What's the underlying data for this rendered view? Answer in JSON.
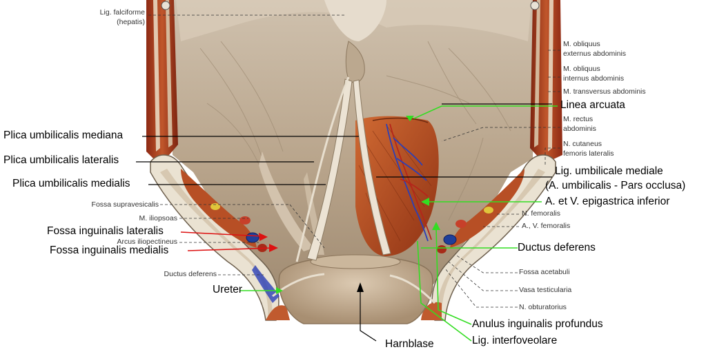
{
  "colors": {
    "leader_black": "#000000",
    "leader_green": "#33dd22",
    "leader_red": "#dd1111",
    "muscle_red": "#b8532a",
    "wall_tan": "#cdb79a",
    "vessel_blue": "#2a3fb8"
  },
  "labels": {
    "lig_falciforme": "Lig. falciforme",
    "hepatis": "(hepatis)",
    "obliquus_externus_1": "M. obliquus",
    "obliquus_externus_2": "externus abdominis",
    "obliquus_internus_1": "M. obliquus",
    "obliquus_internus_2": "internus abdominis",
    "transversus": "M. transversus abdominis",
    "linea_arcuata": "Linea arcuata",
    "rectus_1": "M. rectus",
    "rectus_2": "abdominis",
    "cutaneus_1": "N. cutaneus",
    "cutaneus_2": "femoris lateralis",
    "lig_umbilicale_mediale": "Lig. umbilicale mediale",
    "a_umbilicalis": "(A. umbilicalis - Pars occlusa)",
    "epigastrica": "A. et V. epigastrica inferior",
    "n_femoralis": "N. femoralis",
    "av_femoralis": "A., V. femoralis",
    "ductus_deferens_right": "Ductus deferens",
    "fossa_acetabuli": "Fossa acetabuli",
    "vasa_testicularia": "Vasa testicularia",
    "n_obturatorius": "N. obturatorius",
    "anulus_inguinalis": "Anulus inguinalis profundus",
    "lig_interfoveolare": "Lig. interfoveolare",
    "harnblase": "Harnblase",
    "plica_mediana": "Plica umbilicalis mediana",
    "plica_lateralis": "Plica umbilicalis lateralis",
    "plica_medialis": "Plica umbilicalis medialis",
    "fossa_supravesicalis": "Fossa supravesicalis",
    "m_iliopsoas": "M. iliopsoas",
    "fossa_ing_lateralis": "Fossa inguinalis lateralis",
    "arcus_iliopectineus": "Arcus iliopectineus",
    "fossa_ing_medialis": "Fossa inguinalis medialis",
    "ductus_deferens_left": "Ductus deferens",
    "ureter": "Ureter"
  }
}
